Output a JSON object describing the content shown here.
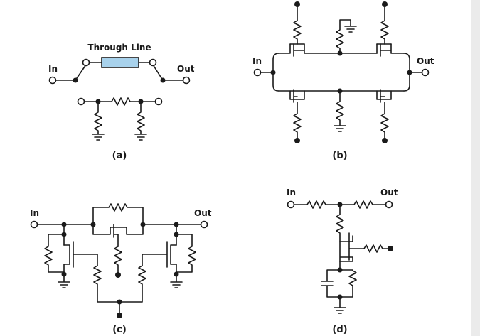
{
  "diagram_a": {
    "caption": "(a)",
    "through_line_label": "Through Line",
    "in_label": "In",
    "out_label": "Out",
    "through_line_color": "#a8d2ec"
  },
  "diagram_b": {
    "caption": "(b)",
    "in_label": "In",
    "out_label": "Out"
  },
  "diagram_c": {
    "caption": "(c)",
    "in_label": "In",
    "out_label": "Out"
  },
  "diagram_d": {
    "caption": "(d)",
    "in_label": "In",
    "out_label": "Out"
  }
}
